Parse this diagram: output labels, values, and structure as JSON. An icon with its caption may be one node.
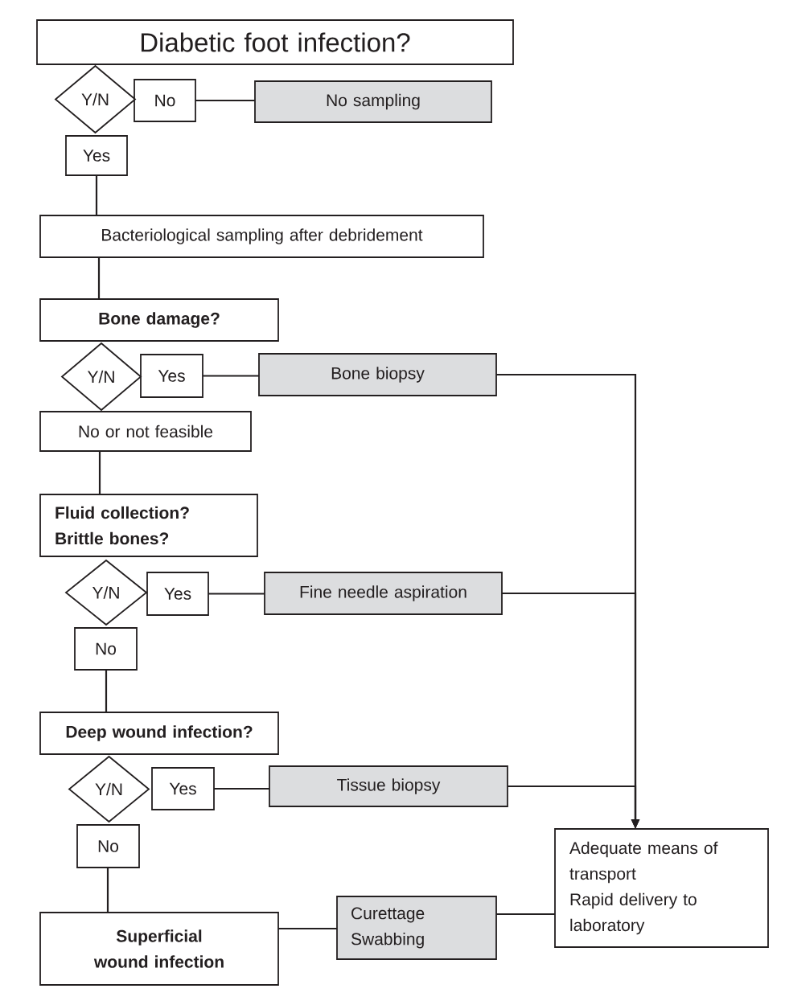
{
  "diagram": {
    "nodes": [
      {
        "text": [
          "Diabetic foot infection?"
        ]
      },
      {
        "text": [
          "Y/N"
        ]
      },
      {
        "text": [
          "No"
        ]
      },
      {
        "text": [
          "No sampling"
        ]
      },
      {
        "text": [
          "Yes"
        ]
      },
      {
        "text": [
          "Bacteriological sampling after debridement"
        ]
      },
      {
        "text": [
          "Bone damage?"
        ]
      },
      {
        "text": [
          "Y/N"
        ]
      },
      {
        "text": [
          "Yes"
        ]
      },
      {
        "text": [
          "Bone biopsy"
        ]
      },
      {
        "text": [
          "No or not feasible"
        ]
      },
      {
        "text": [
          "Fluid collection?",
          "Brittle bones?"
        ]
      },
      {
        "text": [
          "Y/N"
        ]
      },
      {
        "text": [
          "Yes"
        ]
      },
      {
        "text": [
          "Fine needle aspiration"
        ]
      },
      {
        "text": [
          "No"
        ]
      },
      {
        "text": [
          "Deep wound infection?"
        ]
      },
      {
        "text": [
          "Y/N"
        ]
      },
      {
        "text": [
          "Yes"
        ]
      },
      {
        "text": [
          "Tissue biopsy"
        ]
      },
      {
        "text": [
          "No"
        ]
      },
      {
        "text": [
          "Superficial wound infection"
        ]
      },
      {
        "text": [
          "Curettage",
          "Swabbing"
        ]
      },
      {
        "text": [
          "Adequate means of transport",
          "Rapid delivery to laboratory"
        ]
      }
    ],
    "edges": [
      {
        "from": 2,
        "to": 3,
        "arrow": "none"
      },
      {
        "from": 4,
        "to": 5,
        "arrow": "none"
      },
      {
        "from": 5,
        "to": 6,
        "arrow": "none"
      },
      {
        "from": 8,
        "to": 9,
        "arrow": "none"
      },
      {
        "from": 9,
        "to": 23,
        "arrow": "to"
      },
      {
        "from": 10,
        "to": 11,
        "arrow": "none"
      },
      {
        "from": 13,
        "to": 14,
        "arrow": "none"
      },
      {
        "from": 14,
        "to": 23,
        "arrow": "to"
      },
      {
        "from": 15,
        "to": 16,
        "arrow": "none"
      },
      {
        "from": 18,
        "to": 19,
        "arrow": "none"
      },
      {
        "from": 19,
        "to": 23,
        "arrow": "to"
      },
      {
        "from": 20,
        "to": 21,
        "arrow": "none"
      },
      {
        "from": 21,
        "to": 22,
        "arrow": "none"
      },
      {
        "from": 22,
        "to": 23,
        "arrow": "none"
      }
    ]
  }
}
